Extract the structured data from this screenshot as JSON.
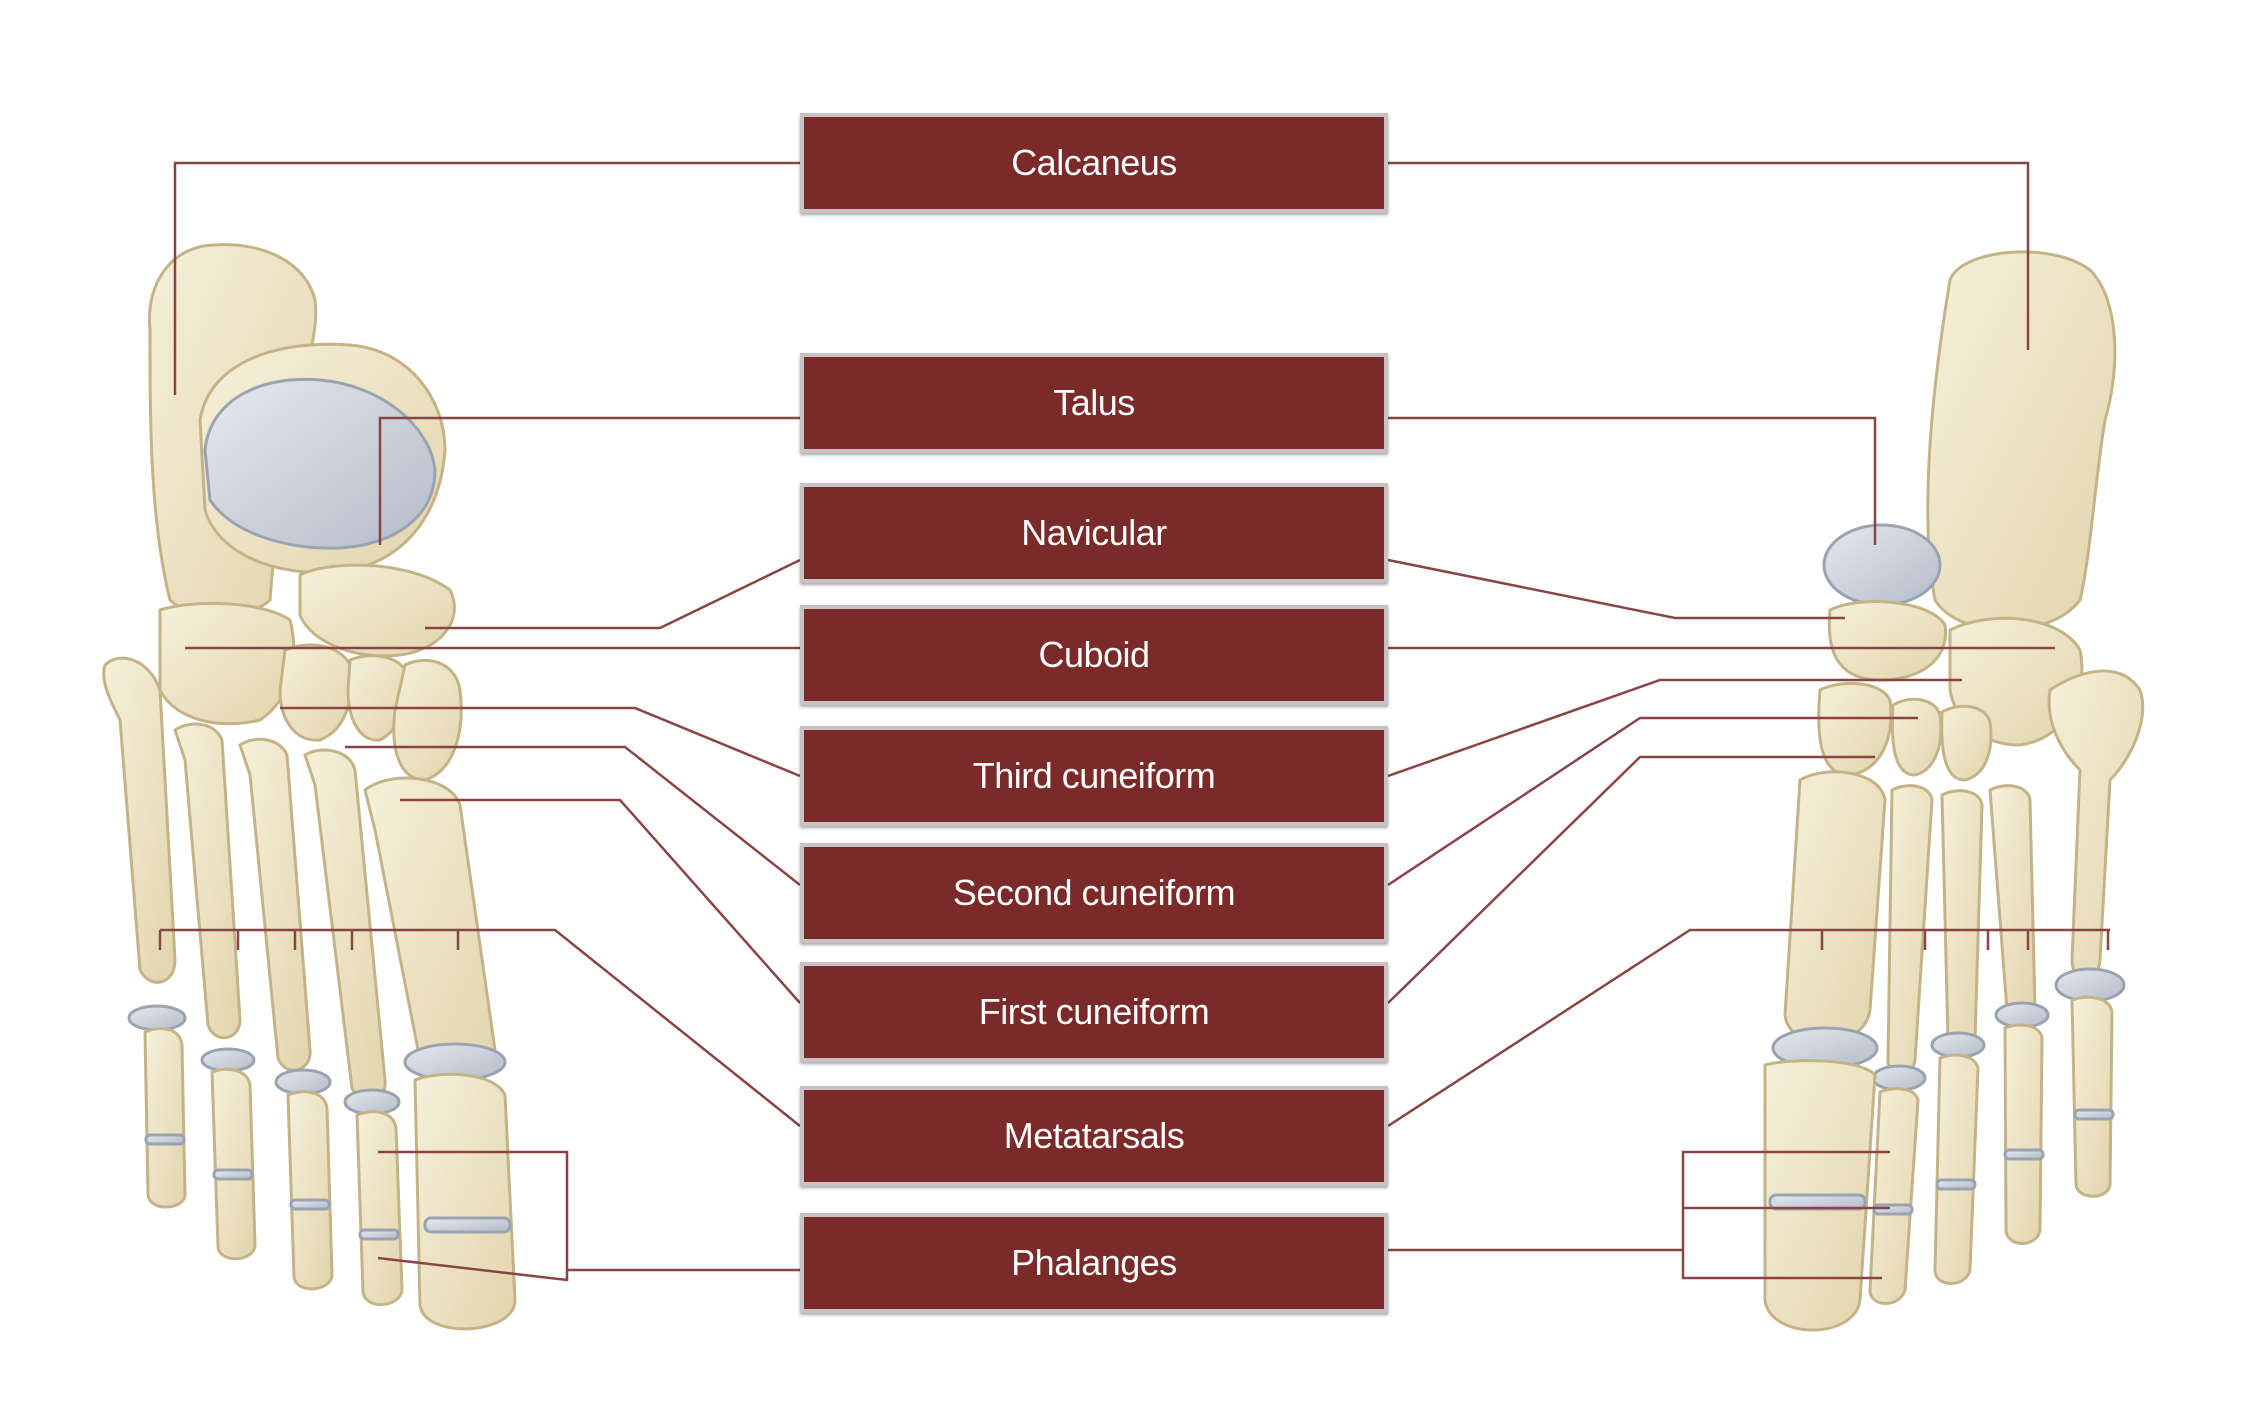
{
  "labels": {
    "calcaneus": "Calcaneus",
    "talus": "Talus",
    "navicular": "Navicular",
    "cuboid": "Cuboid",
    "third_cuneiform": "Third cuneiform",
    "second_cuneiform": "Second cuneiform",
    "first_cuneiform": "First cuneiform",
    "metatarsals": "Metatarsals",
    "phalanges": "Phalanges"
  },
  "colors": {
    "label_fill": "#7a2a28",
    "leader_line": "#8a4444",
    "bone": "#efe6c8",
    "bone_outline": "#c9b98a",
    "cartilage": "#c7cdd6"
  }
}
